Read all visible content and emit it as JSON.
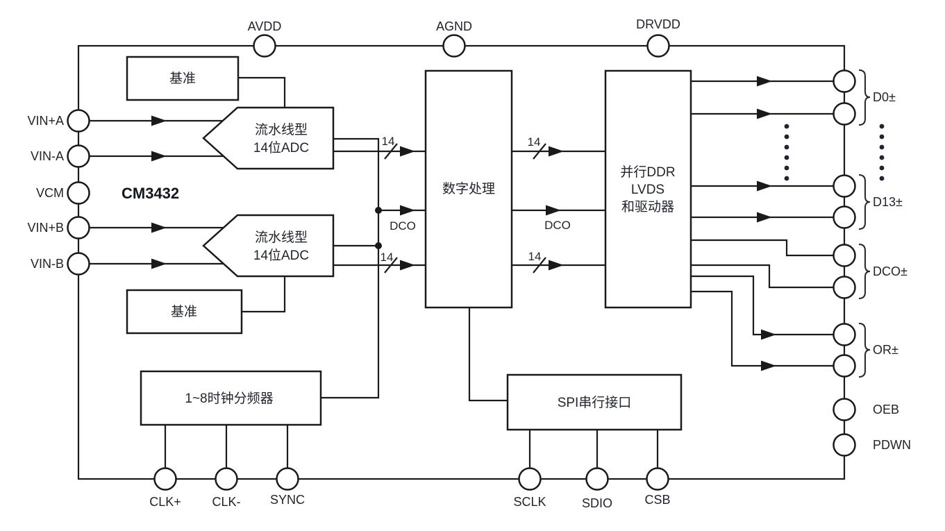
{
  "chip": {
    "part_number": "CM3432"
  },
  "blocks": {
    "reference_top": {
      "label": "基准"
    },
    "reference_bottom": {
      "label": "基准"
    },
    "adc_a": {
      "line1": "流水线型",
      "line2": "14位ADC"
    },
    "adc_b": {
      "line1": "流水线型",
      "line2": "14位ADC"
    },
    "digital": {
      "label": "数字处理"
    },
    "lvds": {
      "line1": "并行DDR",
      "line2": "LVDS",
      "line3": "和驱动器"
    },
    "clock_divider": {
      "label": "1~8时钟分频器"
    },
    "spi": {
      "label": "SPI串行接口"
    }
  },
  "pins": {
    "top": [
      "AVDD",
      "AGND",
      "DRVDD"
    ],
    "left": [
      "VIN+A",
      "VIN-A",
      "VCM",
      "VIN+B",
      "VIN-B"
    ],
    "right": [
      "D0±",
      "D13±",
      "DCO±",
      "OR±",
      "OEB",
      "PDWN"
    ],
    "bottom": [
      "CLK+",
      "CLK-",
      "SYNC",
      "SCLK",
      "SDIO",
      "CSB"
    ]
  },
  "bus_labels": {
    "adc_a_bus": "14",
    "adc_b_bus": "14",
    "out_a_bus": "14",
    "out_b_bus": "14",
    "dco_internal": "DCO",
    "dco_output": "DCO"
  },
  "colors": {
    "line": "#1a1a1a",
    "text": "#21252b",
    "background": "#ffffff"
  }
}
